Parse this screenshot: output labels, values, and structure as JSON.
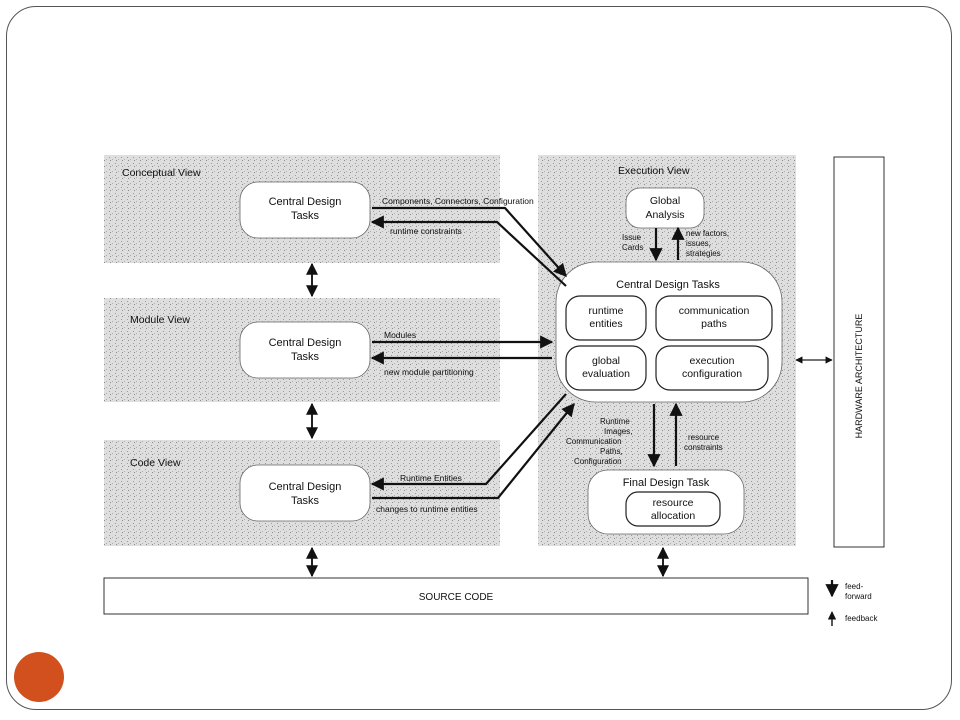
{
  "views": {
    "conceptual": {
      "title": "Conceptual View",
      "box": [
        "Central Design",
        "Tasks"
      ]
    },
    "module": {
      "title": "Module View",
      "box": [
        "Central Design",
        "Tasks"
      ]
    },
    "code": {
      "title": "Code View",
      "box": [
        "Central Design",
        "Tasks"
      ]
    },
    "execution": {
      "title": "Execution View",
      "global_analysis": [
        "Global",
        "Analysis"
      ],
      "central_title": "Central Design Tasks",
      "runtime_entities": [
        "runtime",
        "entities"
      ],
      "communication_paths": [
        "communication",
        "paths"
      ],
      "global_evaluation": [
        "global",
        "evaluation"
      ],
      "execution_configuration": [
        "execution",
        "configuration"
      ],
      "final_title": "Final Design Task",
      "resource_allocation": [
        "resource",
        "allocation"
      ]
    }
  },
  "flows": {
    "components": "Components, Connectors, Configuration",
    "runtime_constraints": "runtime constraints",
    "modules": "Modules",
    "new_module_partitioning": "new module partitioning",
    "runtime_entities": "Runtime Entities",
    "changes_runtime": "changes to runtime entities",
    "issue_cards": [
      "Issue",
      "Cards"
    ],
    "new_factors": [
      "new factors,",
      "issues,",
      "strategies"
    ],
    "runtime_images": [
      "Runtime",
      "Images,",
      "Communication",
      "Paths,",
      "Configuration"
    ],
    "resource_constraints": [
      "resource",
      "constraints"
    ]
  },
  "source_code": "SOURCE CODE",
  "hardware": "HARDWARE ARCHITECTURE",
  "legend": {
    "feedforward": [
      "feed-",
      "forward"
    ],
    "feedback": "feedback"
  },
  "colors": {
    "accent_dot": "#d2501e",
    "panel": "#dcdcdc"
  }
}
